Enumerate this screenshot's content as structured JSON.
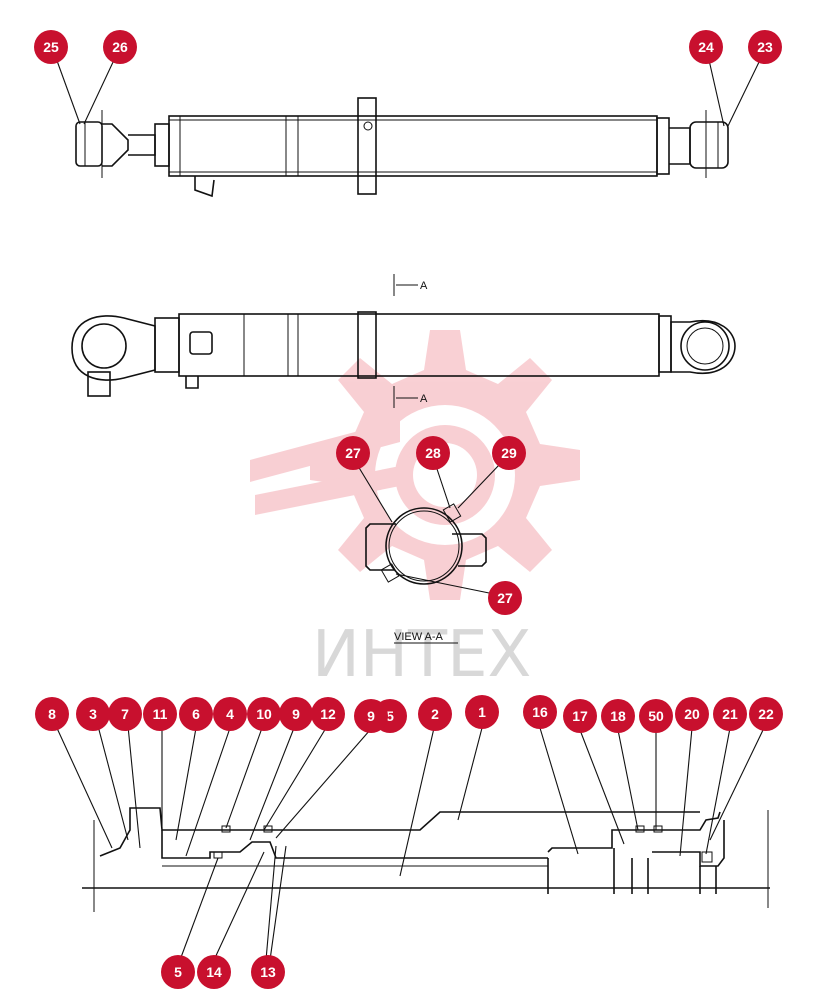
{
  "watermark": {
    "text": "ИНТЕХ",
    "color": "#f2a6ad"
  },
  "section": {
    "marker_top": "A",
    "marker_bottom": "A",
    "view_label": "VIEW  A-A"
  },
  "callouts": {
    "c25": "25",
    "c26": "26",
    "c24": "24",
    "c23": "23",
    "c27a": "27",
    "c28": "28",
    "c29": "29",
    "c27b": "27",
    "c8": "8",
    "c3": "3",
    "c7": "7",
    "c11": "11",
    "c6": "6",
    "c4": "4",
    "c10": "10",
    "c9a": "9",
    "c12": "12",
    "c9b": "9",
    "c15": "5",
    "c2": "2",
    "c1": "1",
    "c16": "16",
    "c17": "17",
    "c18": "18",
    "c50": "50",
    "c20": "20",
    "c21": "21",
    "c22": "22",
    "c5": "5",
    "c14": "14",
    "c13": "13"
  },
  "colors": {
    "balloon": "#c8102e",
    "line": "#111111"
  }
}
